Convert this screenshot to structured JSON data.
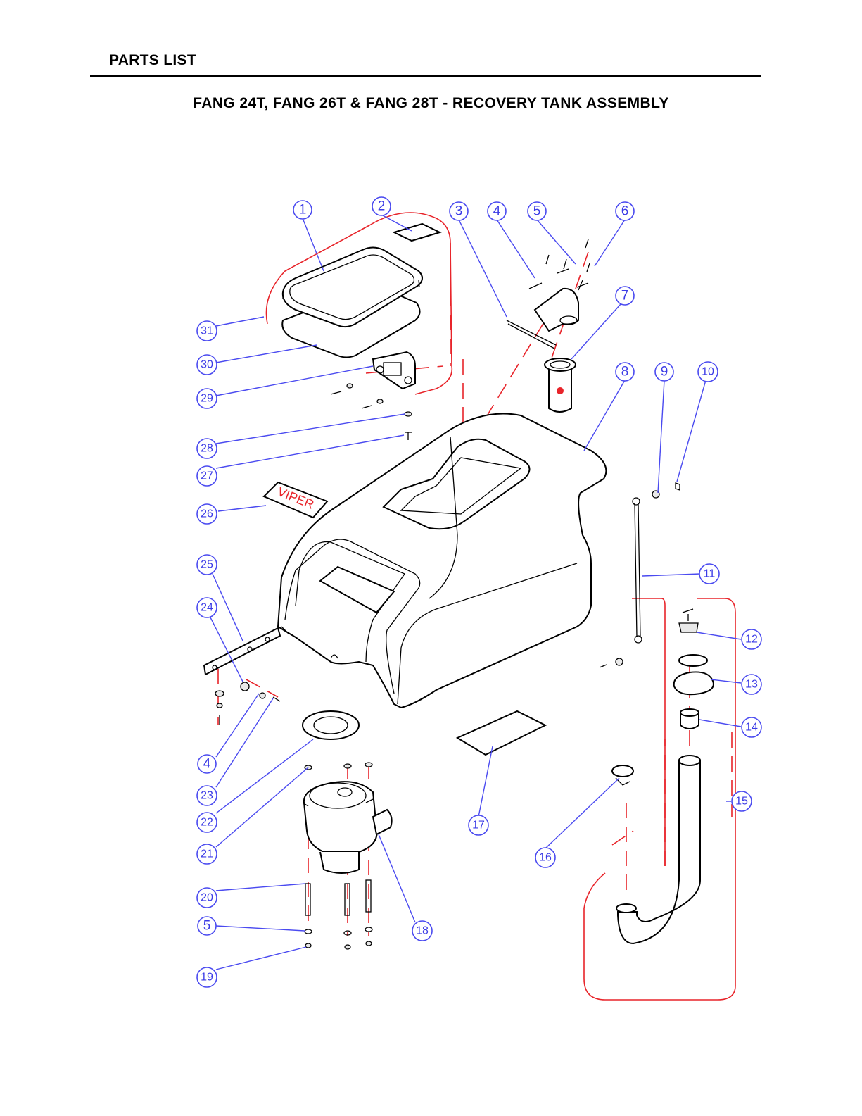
{
  "header": {
    "section": "PARTS LIST"
  },
  "title": "FANG 24T, FANG 26T & FANG 28T - RECOVERY TANK  ASSEMBLY",
  "decal_text": "VIPER",
  "colors": {
    "callout": "#3b3be6",
    "assembly_outline": "#e8242a",
    "drawing": "#000000"
  },
  "callouts": [
    "1",
    "2",
    "3",
    "4",
    "5",
    "6",
    "7",
    "8",
    "9",
    "10",
    "11",
    "12",
    "13",
    "14",
    "15",
    "16",
    "17",
    "18",
    "19",
    "20",
    "5",
    "21",
    "22",
    "23",
    "4",
    "24",
    "25",
    "26",
    "27",
    "28",
    "29",
    "30",
    "31"
  ]
}
